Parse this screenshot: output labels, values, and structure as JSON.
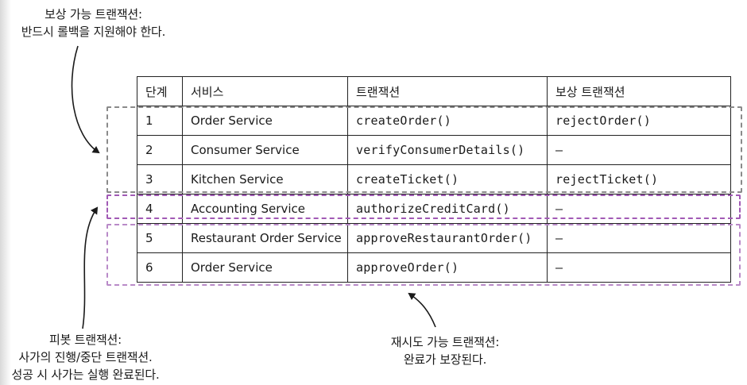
{
  "annotations": {
    "compensatable": [
      "보상 가능 트랜잭션:",
      "반드시 롤백을 지원해야 한다."
    ],
    "pivot": [
      "피봇 트랜잭션:",
      "사가의 진행/중단 트랜잭션.",
      "성공 시 사가는 실행 완료된다."
    ],
    "retriable": [
      "재시도 가능 트랜잭션:",
      "완료가 보장된다."
    ]
  },
  "table": {
    "headers": [
      "단계",
      "서비스",
      "트랜잭션",
      "보상 트랜잭션"
    ],
    "rows": [
      {
        "step": "1",
        "service": "Order Service",
        "transaction": "createOrder()",
        "compensation": "rejectOrder()"
      },
      {
        "step": "2",
        "service": "Consumer Service",
        "transaction": "verifyConsumerDetails()",
        "compensation": "–"
      },
      {
        "step": "3",
        "service": "Kitchen Service",
        "transaction": "createTicket()",
        "compensation": "rejectTicket()"
      },
      {
        "step": "4",
        "service": "Accounting Service",
        "transaction": "authorizeCreditCard()",
        "compensation": "–"
      },
      {
        "step": "5",
        "service": "Restaurant Order Service",
        "transaction": "approveRestaurantOrder()",
        "compensation": "–"
      },
      {
        "step": "6",
        "service": "Order Service",
        "transaction": "approveOrder()",
        "compensation": "–"
      }
    ]
  },
  "colors": {
    "compensatable_box": "#8a8a8a",
    "pivot_box": "#a15ab5",
    "retriable_box": "#b98ac8"
  }
}
